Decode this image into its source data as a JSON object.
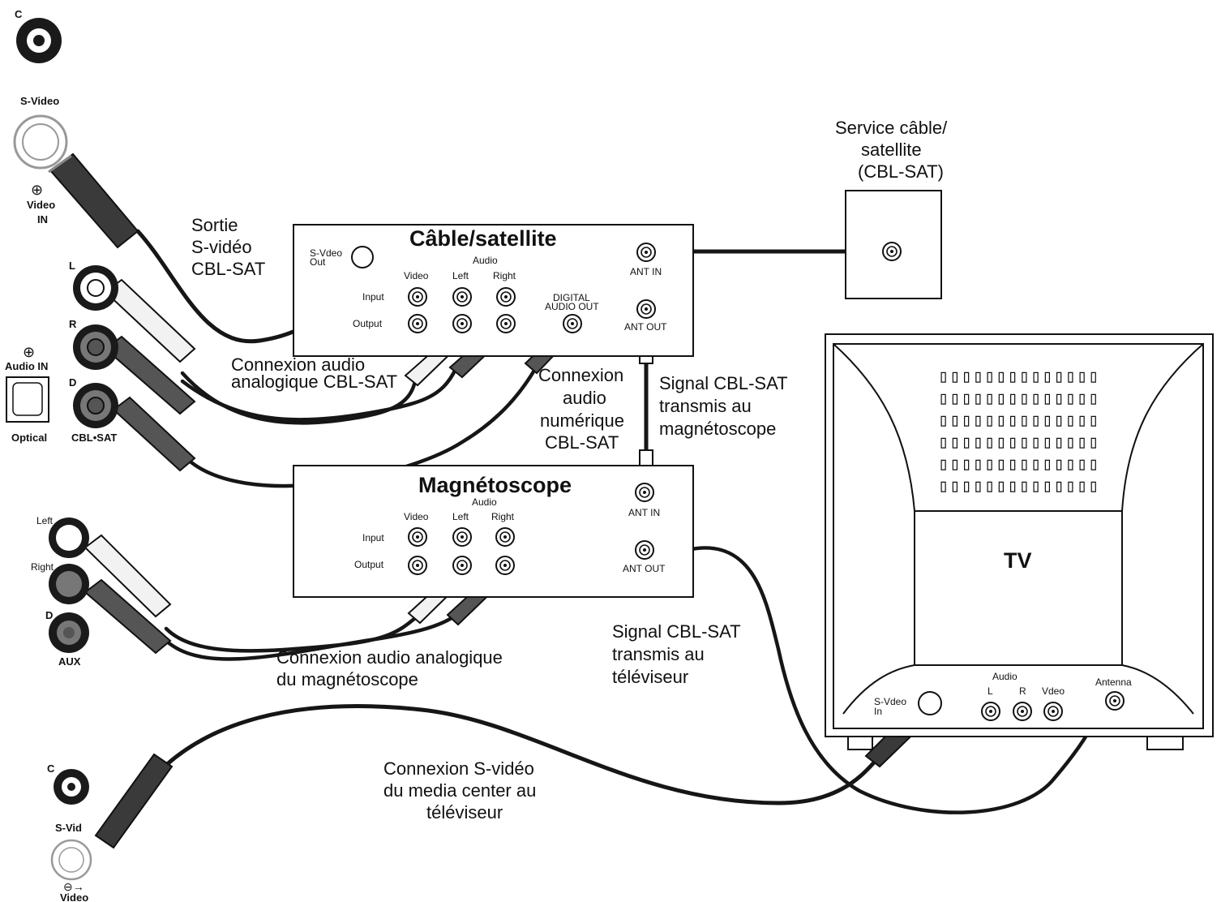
{
  "devices": {
    "cable_box": {
      "title": "Câble/satellite",
      "svideo_out": [
        "S-Vdeo",
        "Out"
      ],
      "audio": "Audio",
      "video": "Video",
      "left": "Left",
      "right": "Right",
      "input": "Input",
      "output": "Output",
      "digital": [
        "DIGITAL",
        "AUDIO  OUT"
      ],
      "ant_in": "ANT  IN",
      "ant_out": "ANT  OUT"
    },
    "vcr": {
      "title": "Magnétoscope",
      "audio": "Audio",
      "video": "Video",
      "left": "Left",
      "right": "Right",
      "input": "Input",
      "output": "Output",
      "ant_in": "ANT  IN",
      "ant_out": "ANT  OUT"
    },
    "service": {
      "caption": [
        "Service câble/",
        "satellite",
        "(CBL-SAT)"
      ]
    },
    "tv": {
      "title": "TV",
      "svideo_in": [
        "S-Vdeo",
        "In"
      ],
      "audio": "Audio",
      "l": "L",
      "r": "R",
      "video": "Vdeo",
      "antenna": "Antenna"
    }
  },
  "media_center": {
    "c_top": "C",
    "svideo": "S-Video",
    "video_in": [
      "Video",
      "IN"
    ],
    "l": "L",
    "r": "R",
    "audio_in": "Audio IN",
    "d1": "D",
    "optical": "Optical",
    "cblsat": "CBL•SAT",
    "left": "Left",
    "right": "Right",
    "d2": "D",
    "aux": "AUX",
    "c_bottom": "C",
    "svideo_bottom": "S-Vid",
    "video_bottom": "Video"
  },
  "captions": {
    "sortie": [
      "Sortie",
      "S-vidéo",
      "CBL-SAT"
    ],
    "analog_cbl": [
      "Connexion audio",
      "analogique CBL-SAT"
    ],
    "digital_cbl": [
      "Connexion",
      "audio",
      "numérique",
      "CBL-SAT"
    ],
    "signal_vcr": [
      "Signal CBL-SAT",
      "transmis au",
      "magnétoscope"
    ],
    "analog_vcr": [
      "Connexion audio analogique",
      "du magnétoscope"
    ],
    "signal_tv": [
      "Signal CBL-SAT",
      "transmis au",
      "téléviseur"
    ],
    "svideo_tv": [
      "Connexion S-vidéo",
      "du media center au",
      "téléviseur"
    ]
  },
  "colors": {
    "ink": "#111111",
    "cable_dark": "#3a3a3a",
    "cable_mid": "#6a6a6a",
    "plug_white": "#f2f2f2"
  }
}
